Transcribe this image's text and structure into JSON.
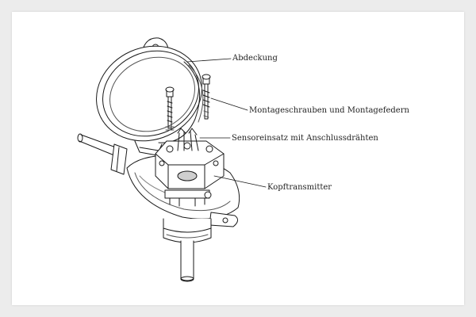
{
  "diagram": {
    "labels": {
      "cover": "Abdeckung",
      "screws": "Montageschrauben und Montagefedern",
      "sensor": "Sensoreinsatz mit Anschlussdrähten",
      "transmitter": "Kopftransmitter"
    },
    "colors": {
      "background": "#ececec",
      "card": "#ffffff",
      "line": "#1a1a1a",
      "shade": "#cfcfcf"
    }
  }
}
